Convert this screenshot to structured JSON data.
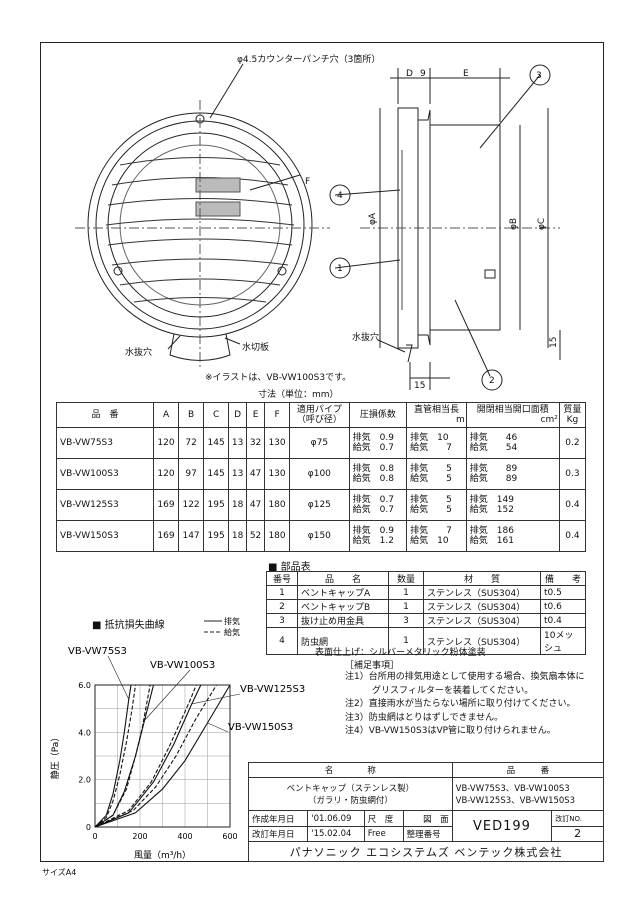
{
  "drawing": {
    "punch_hole_note": "φ4.5カウンターパンチ穴（3箇所）",
    "labels": {
      "F": "F",
      "D": "D",
      "nine": "9",
      "E": "E",
      "phiA": "φA",
      "phiB": "φB",
      "phiC": "φC",
      "fifteen_v": "15",
      "fifteen_h": "15"
    },
    "callouts": [
      "1",
      "2",
      "3",
      "4"
    ],
    "drain_hole": "水抜穴",
    "drip_plate": "水切板",
    "illustration_note": "※イラストは、VB-VW100S3です。",
    "units_note": "寸法（単位：mm）"
  },
  "spec_table": {
    "headers": {
      "model": "品　番",
      "A": "A",
      "B": "B",
      "C": "C",
      "D": "D",
      "E": "E",
      "F": "F",
      "pipe": [
        "適用パイプ",
        "（呼び径）"
      ],
      "pressure_loss": "圧損係数",
      "straight_pipe": [
        "直管相当長",
        "m"
      ],
      "opening_area": [
        "開閉相当開口面積",
        "cm²"
      ],
      "mass": [
        "質量",
        "Kg"
      ]
    },
    "rows": [
      {
        "model": "VB-VW75S3",
        "A": "120",
        "B": "72",
        "C": "145",
        "D": "13",
        "E": "32",
        "F": "130",
        "pipe": "φ75",
        "loss": [
          "排気　0.9",
          "給気　0.7"
        ],
        "pipe_len": [
          "排気　10",
          "給気　　7"
        ],
        "area": [
          "排気　　46",
          "給気　　54"
        ],
        "mass": "0.2"
      },
      {
        "model": "VB-VW100S3",
        "A": "120",
        "B": "97",
        "C": "145",
        "D": "13",
        "E": "47",
        "F": "130",
        "pipe": "φ100",
        "loss": [
          "排気　0.8",
          "給気　0.8"
        ],
        "pipe_len": [
          "排気　　5",
          "給気　　5"
        ],
        "area": [
          "排気　　89",
          "給気　　89"
        ],
        "mass": "0.3"
      },
      {
        "model": "VB-VW125S3",
        "A": "169",
        "B": "122",
        "C": "195",
        "D": "18",
        "E": "47",
        "F": "180",
        "pipe": "φ125",
        "loss": [
          "排気　0.7",
          "給気　0.7"
        ],
        "pipe_len": [
          "排気　　5",
          "給気　　5"
        ],
        "area": [
          "排気　149",
          "給気　152"
        ],
        "mass": "0.4"
      },
      {
        "model": "VB-VW150S3",
        "A": "169",
        "B": "147",
        "C": "195",
        "D": "18",
        "E": "52",
        "F": "180",
        "pipe": "φ150",
        "loss": [
          "排気　0.9",
          "給気　1.2"
        ],
        "pipe_len": [
          "排気　　7",
          "給気　10"
        ],
        "area": [
          "排気　186",
          "給気　161"
        ],
        "mass": "0.4"
      }
    ]
  },
  "parts": {
    "title": "部品表",
    "headers": [
      "番号",
      "品　　名",
      "数量",
      "材　　質",
      "備　　考"
    ],
    "rows": [
      [
        "1",
        "ベントキャップA",
        "1",
        "ステンレス（SUS304）",
        "t0.5"
      ],
      [
        "2",
        "ベントキャップB",
        "1",
        "ステンレス（SUS304）",
        "t0.6"
      ],
      [
        "3",
        "抜け止め用金具",
        "3",
        "ステンレス（SUS304）",
        "t0.4"
      ],
      [
        "4",
        "防虫網",
        "1",
        "ステンレス（SUS304）",
        "10メッシュ"
      ]
    ]
  },
  "notes": {
    "surface": "表面仕上げ：シルバーメタリック粉体塗装",
    "heading": "［補足事項］",
    "items": [
      "注1）台所用の排気用途として使用する場合、換気扇本体に",
      "　　　グリスフィルターを装着してください。",
      "注2）直接雨水が当たらない場所に取り付けてください。",
      "注3）防虫網はとりはずしできません。",
      "注4）VB-VW150S3はVP管に取り付けられません。"
    ]
  },
  "chart_data": {
    "type": "line",
    "title": "抵抗損失曲線",
    "legend": [
      {
        "name": "排気",
        "style": "solid"
      },
      {
        "name": "給気",
        "style": "dashed"
      }
    ],
    "xlabel": "風量（m³/h）",
    "ylabel": "静圧（Pa）",
    "xlim": [
      0,
      600
    ],
    "ylim": [
      0,
      6.0
    ],
    "xticks": [
      "0",
      "200",
      "400",
      "600"
    ],
    "yticks": [
      "0",
      "2.0",
      "4.0",
      "6.0"
    ],
    "series": [
      {
        "name": "VB-VW75S3",
        "exhaust": [
          [
            0,
            0
          ],
          [
            50,
            0.5
          ],
          [
            80,
            1.4
          ],
          [
            110,
            2.8
          ],
          [
            130,
            4.0
          ],
          [
            150,
            5.4
          ],
          [
            160,
            6.0
          ]
        ],
        "supply": [
          [
            0,
            0
          ],
          [
            50,
            0.4
          ],
          [
            80,
            1.1
          ],
          [
            110,
            2.2
          ],
          [
            140,
            3.6
          ],
          [
            165,
            5.0
          ],
          [
            180,
            6.0
          ]
        ]
      },
      {
        "name": "VB-VW100S3",
        "exhaust": [
          [
            0,
            0
          ],
          [
            80,
            0.5
          ],
          [
            130,
            1.5
          ],
          [
            180,
            3.0
          ],
          [
            220,
            4.5
          ],
          [
            260,
            6.0
          ]
        ],
        "supply": [
          [
            0,
            0
          ],
          [
            80,
            0.5
          ],
          [
            140,
            1.6
          ],
          [
            180,
            3.0
          ],
          [
            210,
            4.2
          ],
          [
            245,
            6.0
          ]
        ]
      },
      {
        "name": "VB-VW125S3",
        "exhaust": [
          [
            0,
            0
          ],
          [
            150,
            0.6
          ],
          [
            260,
            1.9
          ],
          [
            350,
            3.5
          ],
          [
            430,
            5.2
          ],
          [
            470,
            6.0
          ]
        ],
        "supply": [
          [
            0,
            0
          ],
          [
            150,
            0.7
          ],
          [
            250,
            1.9
          ],
          [
            330,
            3.4
          ],
          [
            420,
            5.3
          ],
          [
            450,
            6.0
          ]
        ]
      },
      {
        "name": "VB-VW150S3",
        "exhaust": [
          [
            0,
            0
          ],
          [
            180,
            0.6
          ],
          [
            300,
            1.6
          ],
          [
            400,
            2.8
          ],
          [
            500,
            4.4
          ],
          [
            600,
            6.0
          ]
        ],
        "supply": [
          [
            0,
            0
          ],
          [
            170,
            0.7
          ],
          [
            270,
            1.7
          ],
          [
            360,
            3.0
          ],
          [
            450,
            4.6
          ],
          [
            540,
            6.0
          ]
        ]
      }
    ]
  },
  "title_block": {
    "name_label": "名　　　　称",
    "name_lines": [
      "ベントキャップ（ステンレス製）",
      "（ガラリ・防虫網付）"
    ],
    "model_label": "品　　　番",
    "model_lines": [
      "VB-VW75S3、VB-VW100S3",
      "VB-VW125S3、VB-VW150S3"
    ],
    "created_label": "作成年月日",
    "created": "'01.06.09",
    "scale_label": "尺　度",
    "drawing_label": "図　面",
    "revised_label": "改訂年月日",
    "revised": "'15.02.04",
    "scale": "Free",
    "mgmt_label": "整理番号",
    "drawing_no": "VED199",
    "revision_label": "改訂NO.",
    "revision_no": "2",
    "company": "パナソニック エコシステムズ ベンテック株式会社"
  },
  "footer": {
    "size": "サイズA4"
  }
}
